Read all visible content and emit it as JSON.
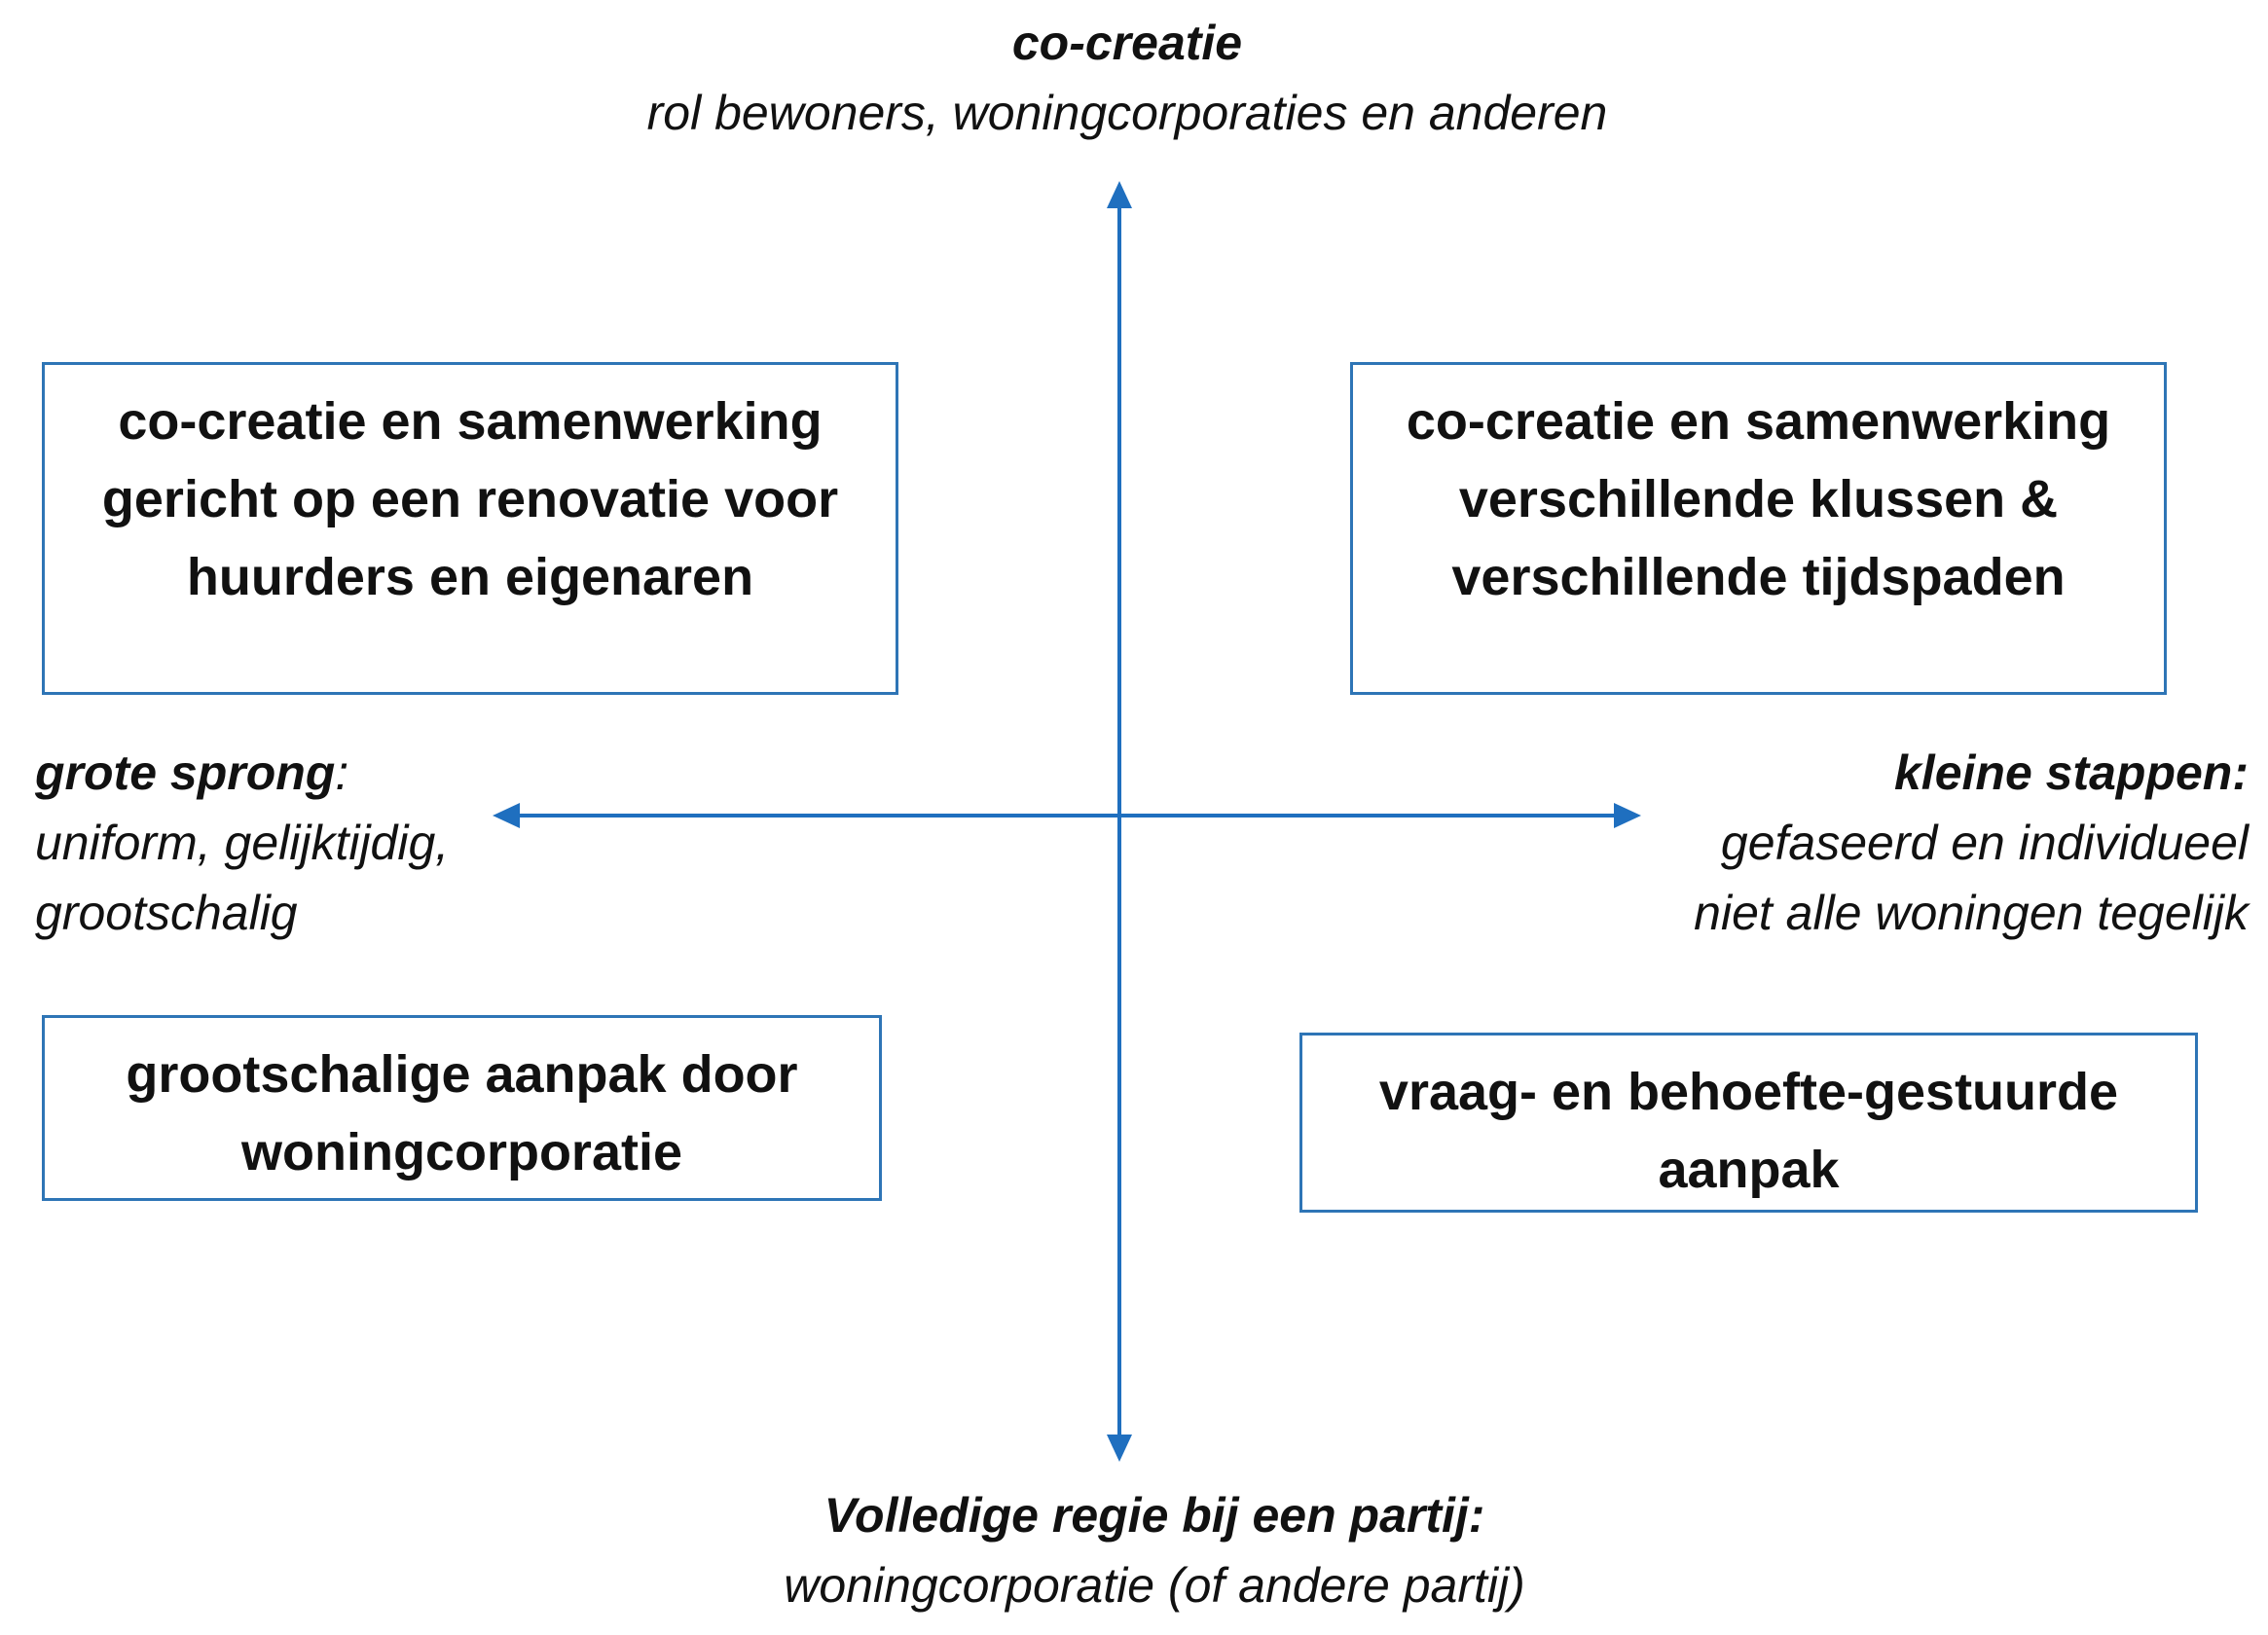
{
  "colors": {
    "axis": "#1f6fbf",
    "box_border": "#2e75b6",
    "text": "#111111"
  },
  "axes": {
    "top": {
      "title": "co-creatie",
      "subtitle": "rol bewoners, woningcorporaties en anderen"
    },
    "bottom": {
      "title": "Volledige regie bij een partij:",
      "subtitle": "woningcorporatie (of andere partij)"
    },
    "left": {
      "title": "grote sprong",
      "title_suffix": ":",
      "line1": "uniform, gelijktijdig,",
      "line2": "grootschalig"
    },
    "right": {
      "title": "kleine stappen:",
      "line1": "gefaseerd en individueel",
      "line2": "niet alle woningen tegelijk"
    }
  },
  "quadrants": {
    "top_left": {
      "lines": [
        "co-creatie en samenwerking",
        "gericht op een renovatie voor",
        "huurders en eigenaren"
      ]
    },
    "top_right": {
      "lines": [
        "co-creatie en samenwerking",
        "verschillende klussen &",
        "verschillende tijdspaden"
      ]
    },
    "bottom_left": {
      "lines": [
        "grootschalige aanpak door",
        "woningcorporatie"
      ]
    },
    "bottom_right": {
      "lines": [
        "vraag- en behoefte-gestuurde",
        "aanpak"
      ]
    }
  }
}
